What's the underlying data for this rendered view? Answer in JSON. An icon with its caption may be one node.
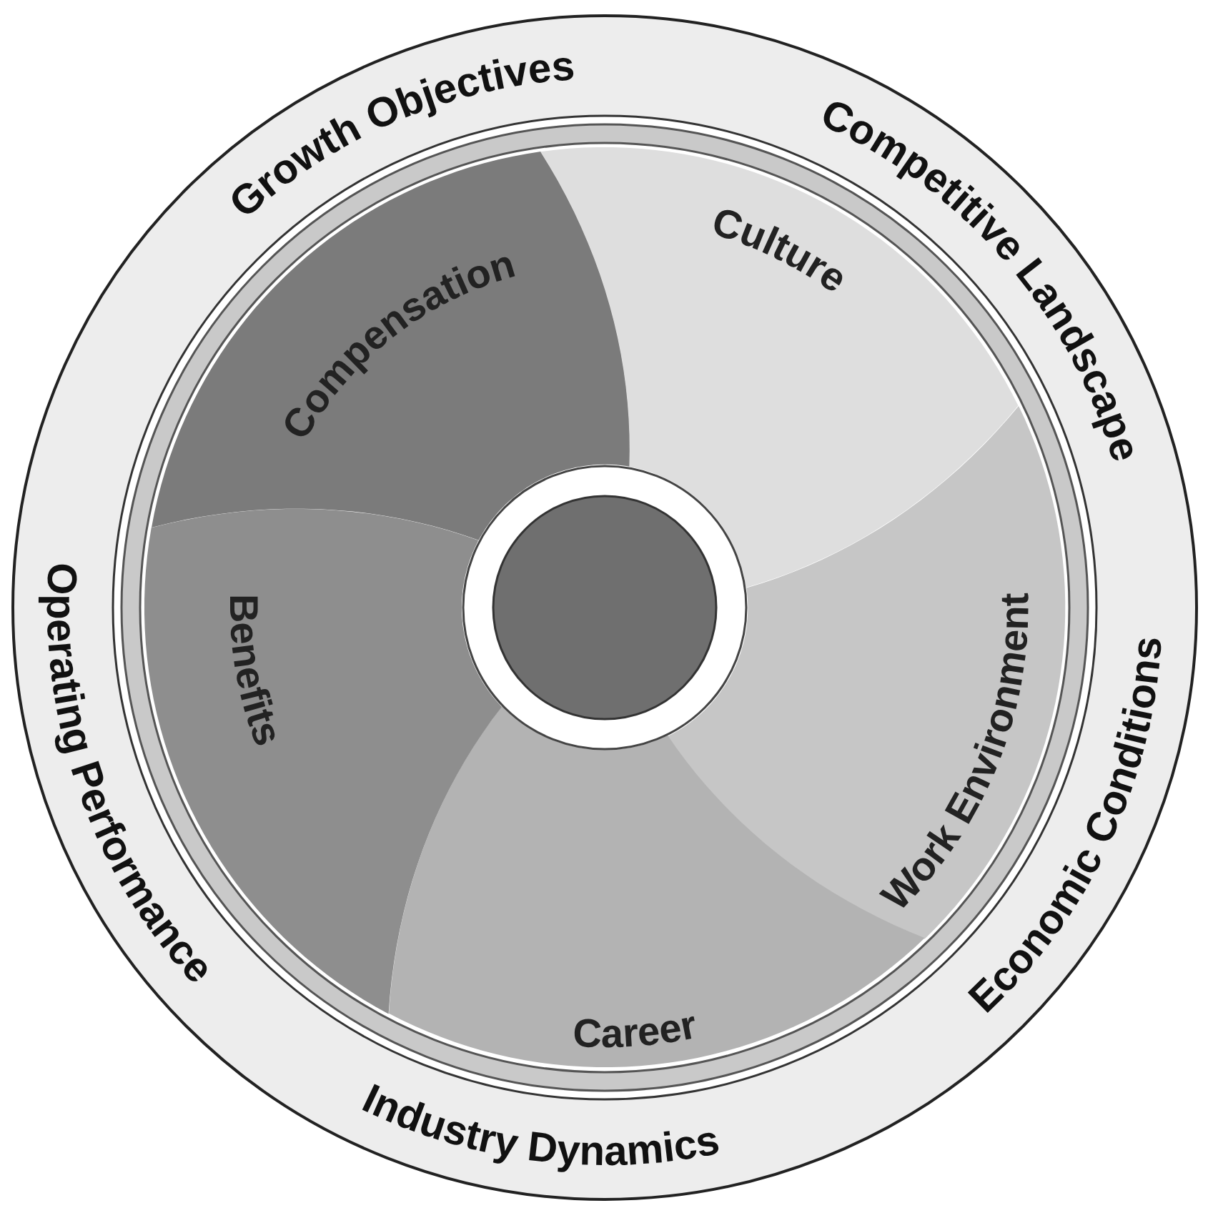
{
  "diagram": {
    "nodes": [
      {
        "text": [
          "Growth Objectives",
          "Competitive Landscape",
          "Economic Conditions",
          "Industry Dynamics",
          "Operating Performance"
        ]
      },
      {
        "text": [
          "Compensation"
        ],
        "in": 0
      },
      {
        "text": [
          "Culture"
        ],
        "in": 0
      },
      {
        "text": [
          "Work Environment"
        ],
        "in": 0
      },
      {
        "text": [
          "Career"
        ],
        "in": 0
      },
      {
        "text": [
          "Benefits"
        ],
        "in": 0
      },
      {
        "text": [],
        "shape": "circle",
        "in": 0
      }
    ]
  }
}
